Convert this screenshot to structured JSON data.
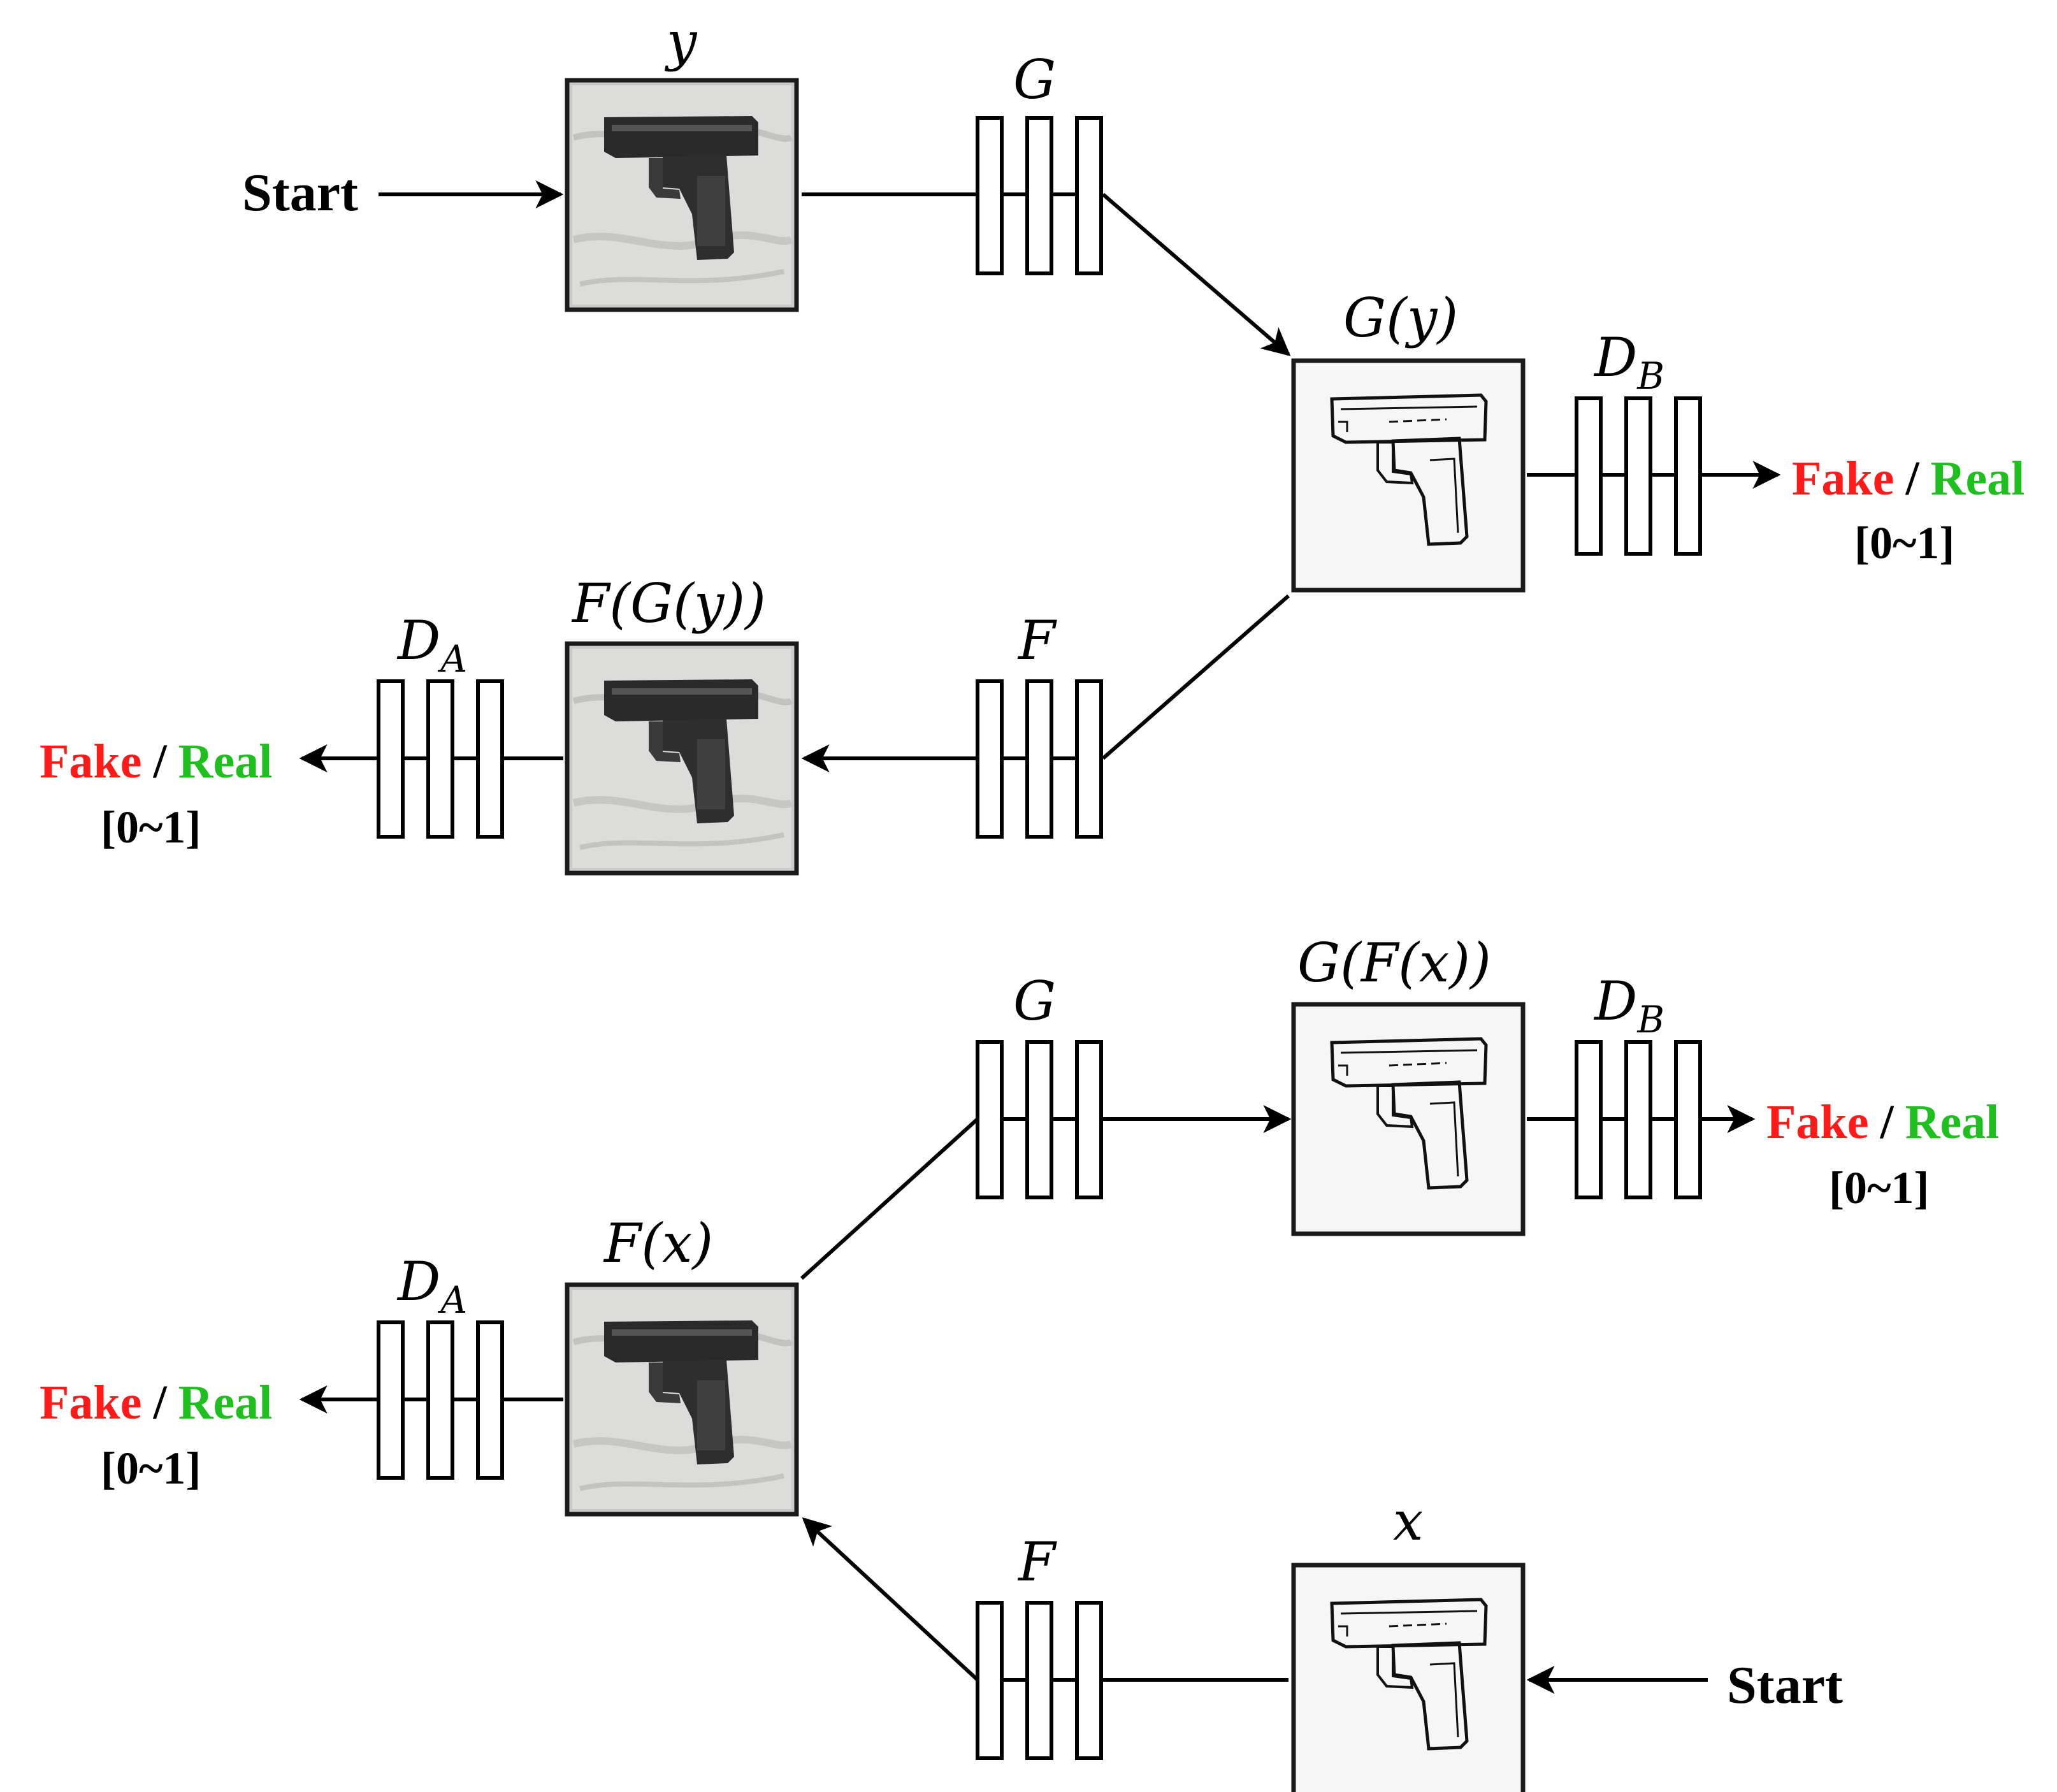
{
  "start_label": "Start",
  "output": {
    "fake": "Fake",
    "separator": "/",
    "real": "Real",
    "range": "[0~1]"
  },
  "math": {
    "y": "y",
    "x": "x",
    "G": "G",
    "F": "F",
    "D": "D",
    "sub_A": "A",
    "sub_B": "B",
    "G_of_y": "G(y)",
    "F_of_G_of_y": "F(G(y))",
    "F_of_x": "F(x)",
    "G_of_F_of_x": "G(F(x))"
  },
  "colors": {
    "fake": "#ff1a1a",
    "real": "#1fbf1f"
  }
}
